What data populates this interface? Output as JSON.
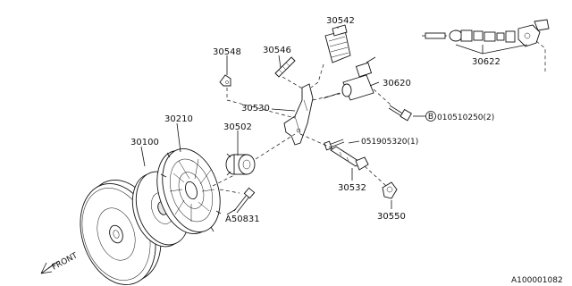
{
  "diagram": {
    "part_labels": {
      "p30542": "30542",
      "p30548": "30548",
      "p30546": "30546",
      "p30622": "30622",
      "p30620": "30620",
      "p30530": "30530",
      "p30210": "30210",
      "p30502": "30502",
      "p30100": "30100",
      "p30532": "30532",
      "p30550": "30550",
      "bolt_a": "010510250(2)",
      "bolt_a_marker": "B",
      "bolt_b": "051905320(1)",
      "bolt_c": "A50831"
    },
    "direction_label": "FRONT",
    "diagram_id": "A100001082"
  }
}
